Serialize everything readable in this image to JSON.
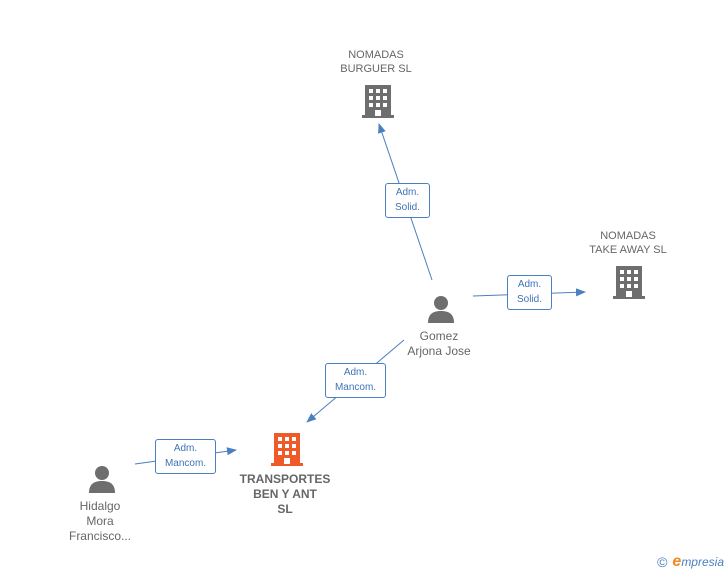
{
  "nodes": {
    "nomadas_burguer": {
      "lines": [
        "NOMADAS",
        "BURGUER  SL"
      ],
      "type": "company"
    },
    "nomadas_takeaway": {
      "lines": [
        "NOMADAS",
        "TAKE AWAY  SL"
      ],
      "type": "company"
    },
    "gomez": {
      "lines": [
        "Gomez",
        "Arjona Jose"
      ],
      "type": "person"
    },
    "transportes": {
      "lines": [
        "TRANSPORTES",
        "BEN Y ANT",
        "SL"
      ],
      "type": "company",
      "highlight": true
    },
    "hidalgo": {
      "lines": [
        "Hidalgo",
        "Mora",
        "Francisco..."
      ],
      "type": "person"
    }
  },
  "edges": {
    "gomez_burguer": {
      "from": "gomez",
      "to": "nomadas_burguer",
      "lines": [
        "Adm.",
        "Solid."
      ]
    },
    "gomez_takeaway": {
      "from": "gomez",
      "to": "nomadas_takeaway",
      "lines": [
        "Adm.",
        "Solid."
      ]
    },
    "gomez_transportes": {
      "from": "gomez",
      "to": "transportes",
      "lines": [
        "Adm.",
        "Mancom."
      ]
    },
    "hidalgo_transportes": {
      "from": "hidalgo",
      "to": "transportes",
      "lines": [
        "Adm.",
        "Mancom."
      ]
    }
  },
  "colors": {
    "edge": "#4a7fc0",
    "company_icon": "#6e6e6e",
    "company_icon_highlight": "#f05a28",
    "person_icon": "#6e6e6e",
    "label": "#666666"
  },
  "icons": {
    "company": "building-icon",
    "person": "person-icon",
    "copyright": "copyright-icon"
  },
  "footer": {
    "copyright": "©",
    "brand_initial": "e",
    "brand_rest": "mpresia"
  }
}
